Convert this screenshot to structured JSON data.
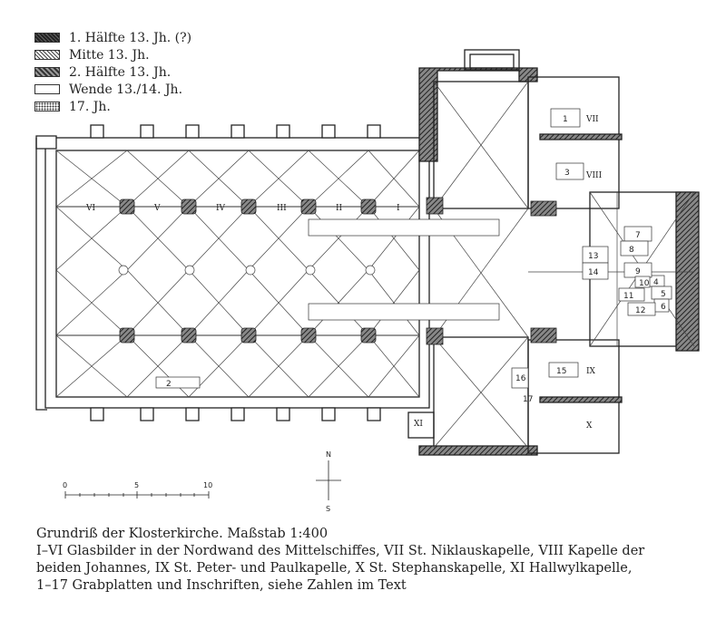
{
  "legend": [
    {
      "label": "1. Hälfte 13. Jh. (?)",
      "pattern": "dark"
    },
    {
      "label": "Mitte 13. Jh.",
      "pattern": "mid"
    },
    {
      "label": "2. Hälfte 13. Jh.",
      "pattern": "hatch"
    },
    {
      "label": "Wende 13./14. Jh.",
      "pattern": "white"
    },
    {
      "label": "17. Jh.",
      "pattern": "dot"
    }
  ],
  "plan": {
    "nave_windows": [
      "VI",
      "V",
      "IV",
      "III",
      "II",
      "I"
    ],
    "chapel_numerals": {
      "north_1": "VII",
      "north_2": "VIII",
      "south_1": "IX",
      "south_2": "X",
      "south_3": "XI"
    },
    "grave_numbers": [
      "1",
      "2",
      "3",
      "4",
      "5",
      "6",
      "7",
      "8",
      "9",
      "10",
      "11",
      "12",
      "13",
      "14",
      "15",
      "16",
      "17"
    ],
    "compass": {
      "north": "N",
      "south": "S"
    },
    "scale_ticks": [
      "0",
      "5",
      "10"
    ]
  },
  "caption": {
    "line1": "Grundriß der Klosterkirche. Maßstab 1:400",
    "line2": "I–VI Glasbilder in der Nordwand des Mittelschiffes, VII St. Niklauskapelle, VIII Kapelle der",
    "line3": "beiden Johannes, IX St. Peter- und Paulkapelle, X St. Stephanskapelle, XI Hallwylkapelle,",
    "line4": "1–17 Grabplatten und Inschriften, siehe Zahlen im Text"
  },
  "colors": {
    "ink": "#222222",
    "wall": "#3a3a3a",
    "paper": "#ffffff"
  }
}
